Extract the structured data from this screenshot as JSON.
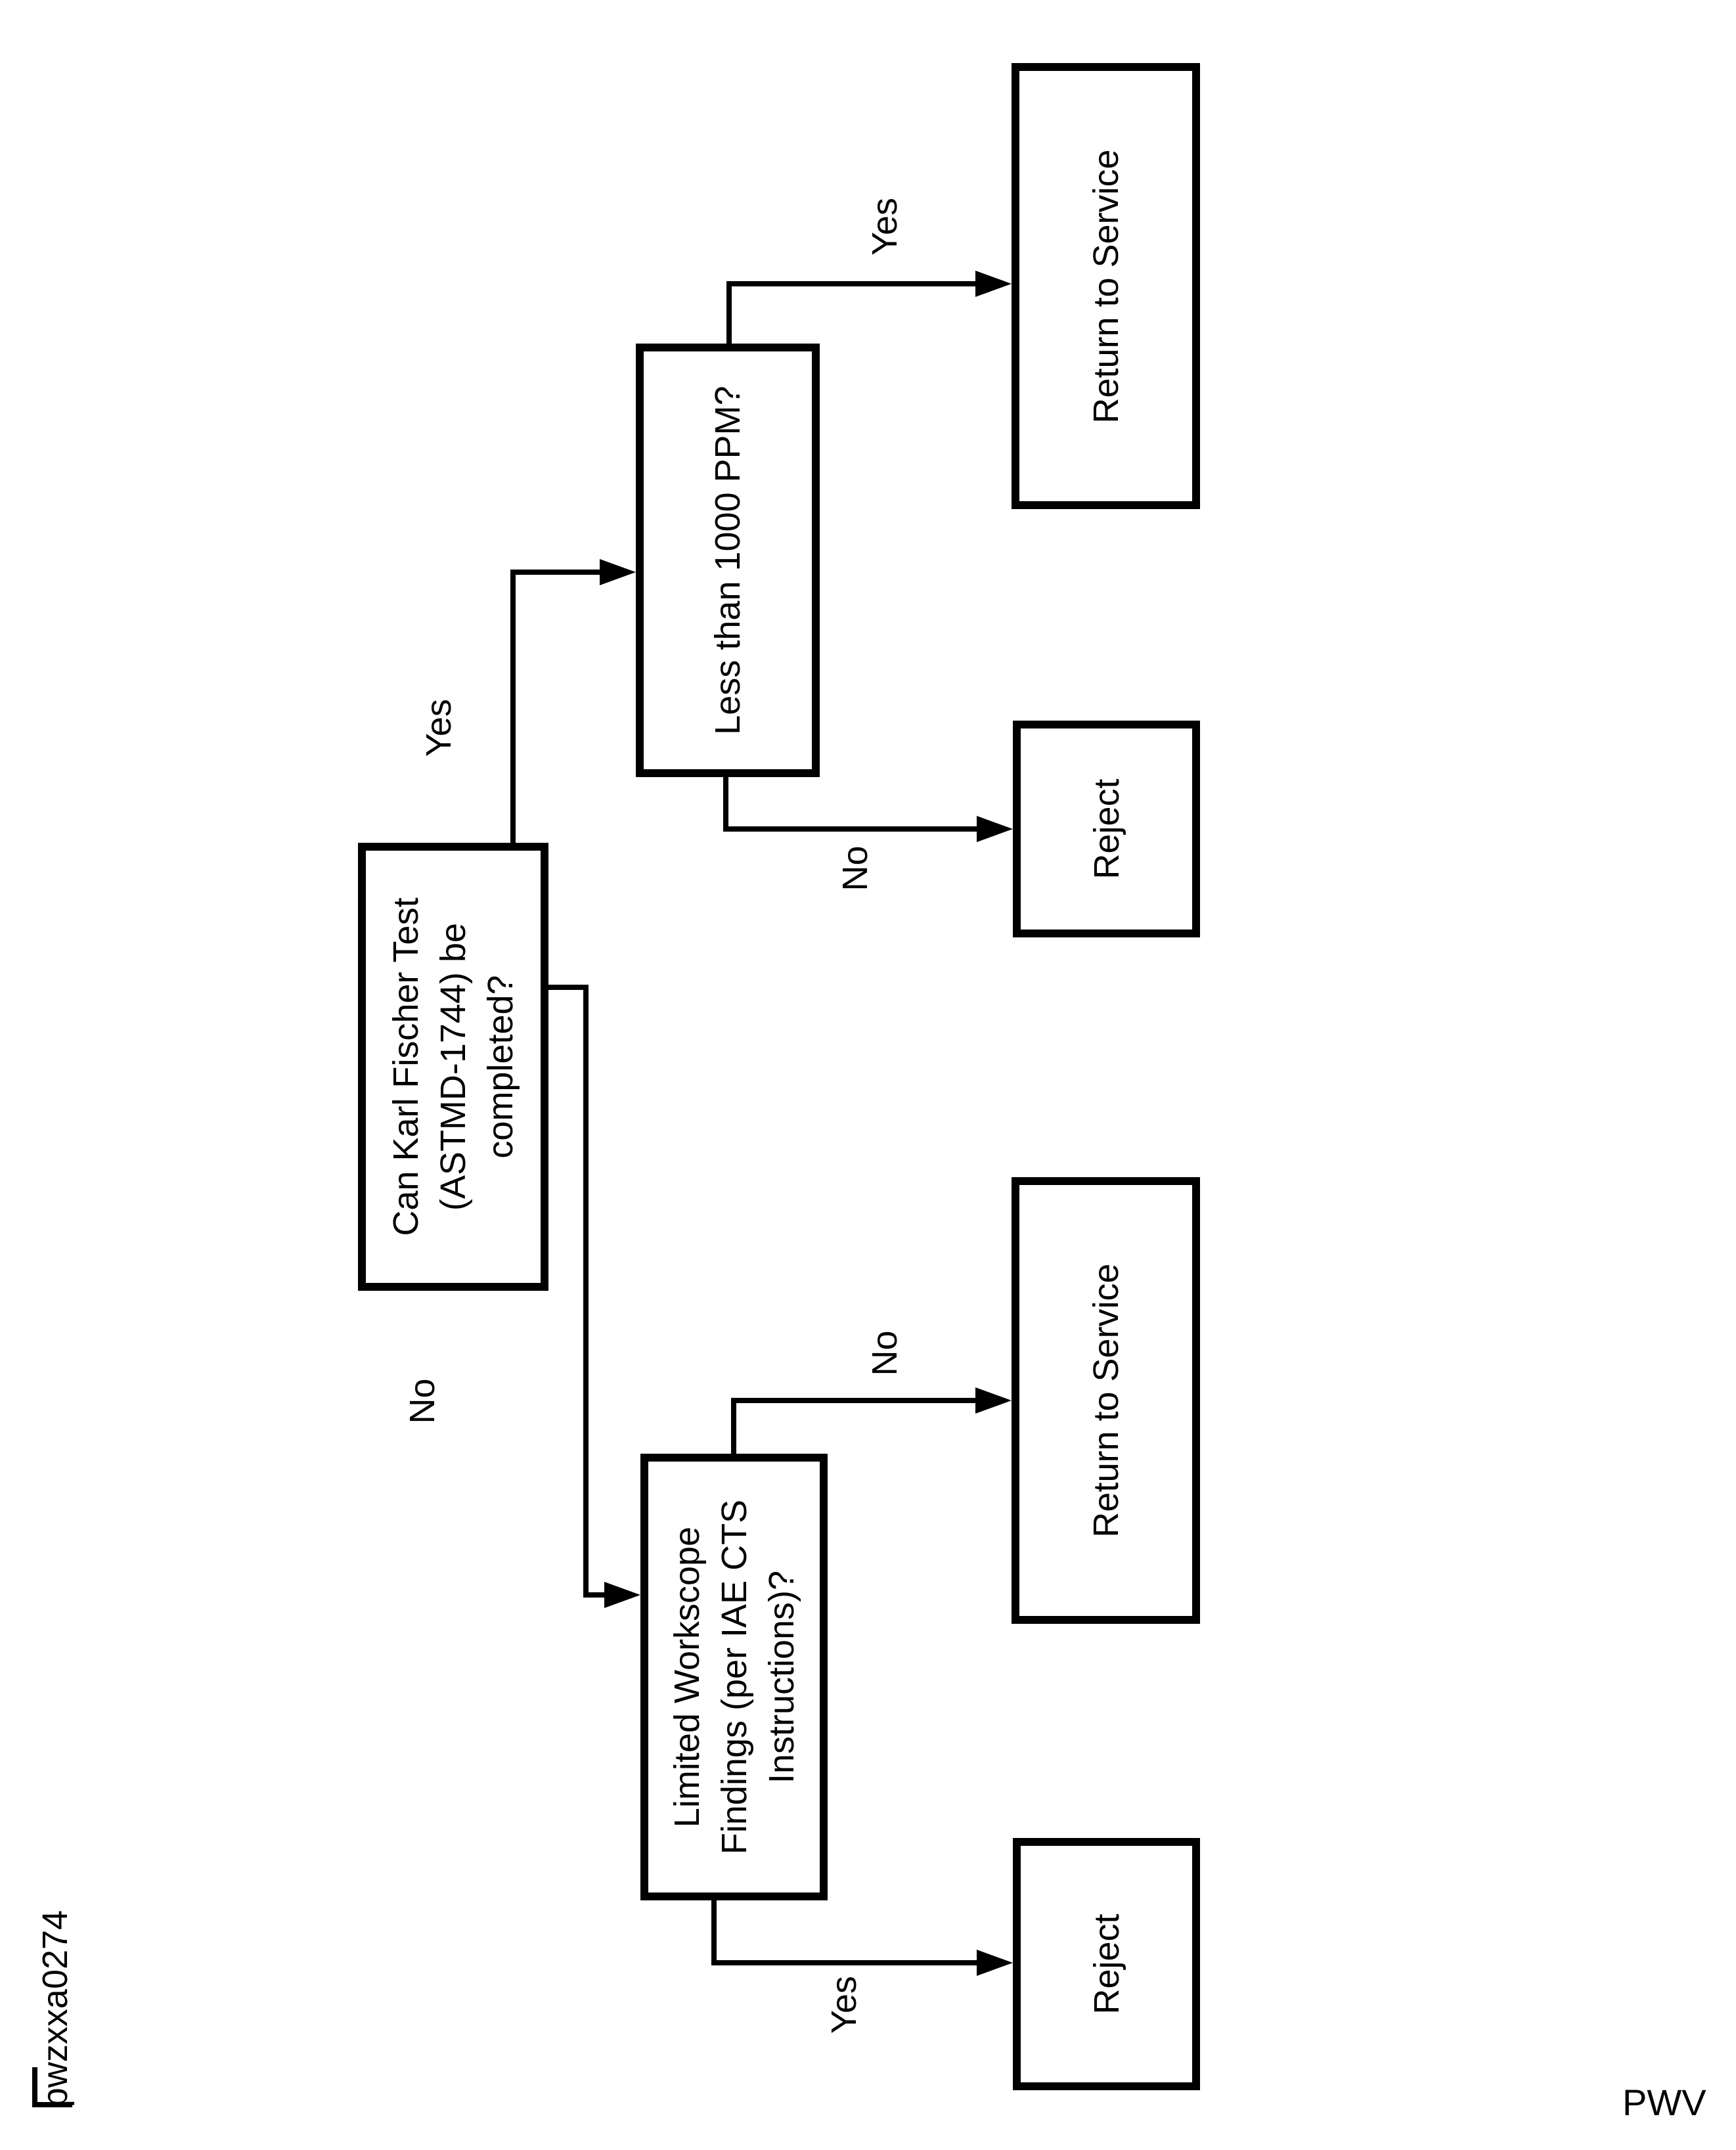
{
  "figure": {
    "id_label": "pwzxxa0274",
    "page_code": "PWV"
  },
  "nodes": {
    "karl_fischer": {
      "label": "Can Karl Fischer Test\n(ASTMD-1744) be\ncompleted?"
    },
    "less_than_1000ppm": {
      "label": "Less than 1000 PPM?"
    },
    "limited_workscope": {
      "label": "Limited Workscope\nFindings (per IAE CTS\nInstructions)?"
    },
    "return_to_service_top": {
      "label": "Return to Service"
    },
    "reject_top": {
      "label": "Reject"
    },
    "return_to_service_bottom": {
      "label": "Return to Service"
    },
    "reject_bottom": {
      "label": "Reject"
    }
  },
  "edges": {
    "kf_to_ppm": {
      "label": "Yes"
    },
    "kf_to_workscope": {
      "label": "No"
    },
    "ppm_to_return": {
      "label": "Yes"
    },
    "ppm_to_reject": {
      "label": "No"
    },
    "workscope_to_return": {
      "label": "No"
    },
    "workscope_to_reject": {
      "label": "Yes"
    }
  }
}
